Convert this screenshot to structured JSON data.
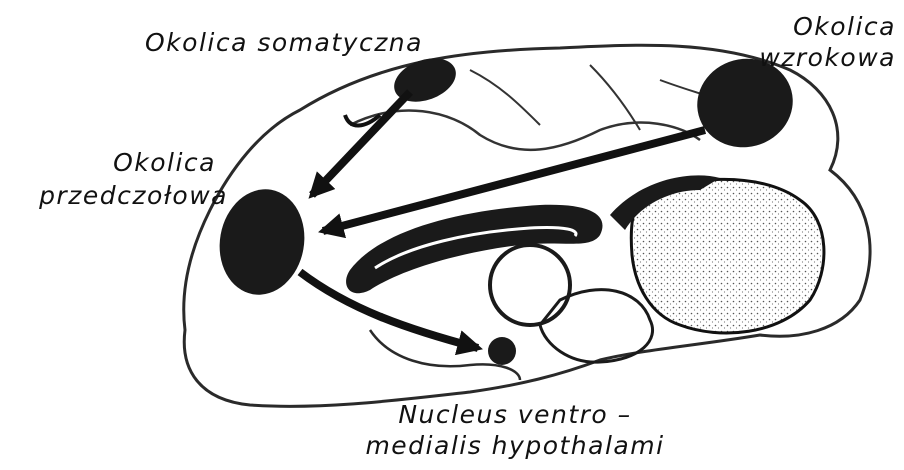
{
  "labels": {
    "somatic": "Okolica somatyczna",
    "visual": [
      "Okolica",
      "wzrokowa"
    ],
    "prefrontal": [
      "Okolica",
      "przedczołowa"
    ],
    "nucleus": [
      "Nucleus ventro –",
      "medialis hypothalami"
    ]
  },
  "colors": {
    "ink": "#111111",
    "area_fill": "#1a1a1a",
    "brain_outline": "#2a2a2a",
    "paper": "#ffffff"
  }
}
